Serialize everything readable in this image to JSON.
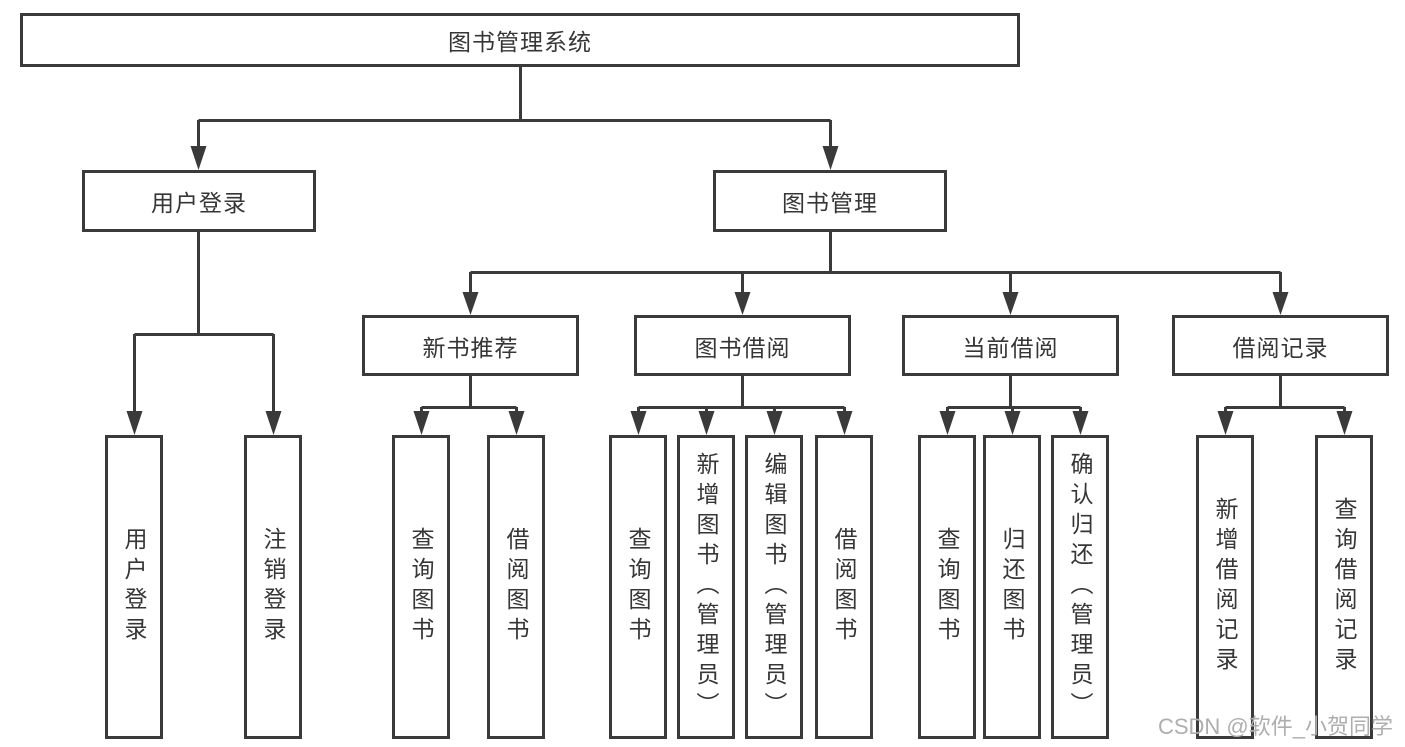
{
  "diagram": {
    "root": {
      "label": "图书管理系统"
    },
    "branches": [
      {
        "label": "用户登录"
      },
      {
        "label": "图书管理"
      }
    ],
    "modules": [
      {
        "label": "新书推荐"
      },
      {
        "label": "图书借阅"
      },
      {
        "label": "当前借阅"
      },
      {
        "label": "借阅记录"
      }
    ],
    "leaves": {
      "user_login": [
        "用户登录",
        "注销登录"
      ],
      "new_books": [
        "查询图书",
        "借阅图书"
      ],
      "book_borrow": [
        "查询图书",
        "新增图书（管理员）",
        "编辑图书（管理员）",
        "借阅图书"
      ],
      "current_borrow": [
        "查询图书",
        "归还图书",
        "确认归还（管理员）"
      ],
      "borrow_records": [
        "新增借阅记录",
        "查询借阅记录"
      ]
    }
  },
  "watermark": "CSDN @软件_小贺同学",
  "colors": {
    "line": "#3a3a3a",
    "text": "#363636",
    "watermark": "#aeaeae",
    "background": "#ffffff"
  }
}
